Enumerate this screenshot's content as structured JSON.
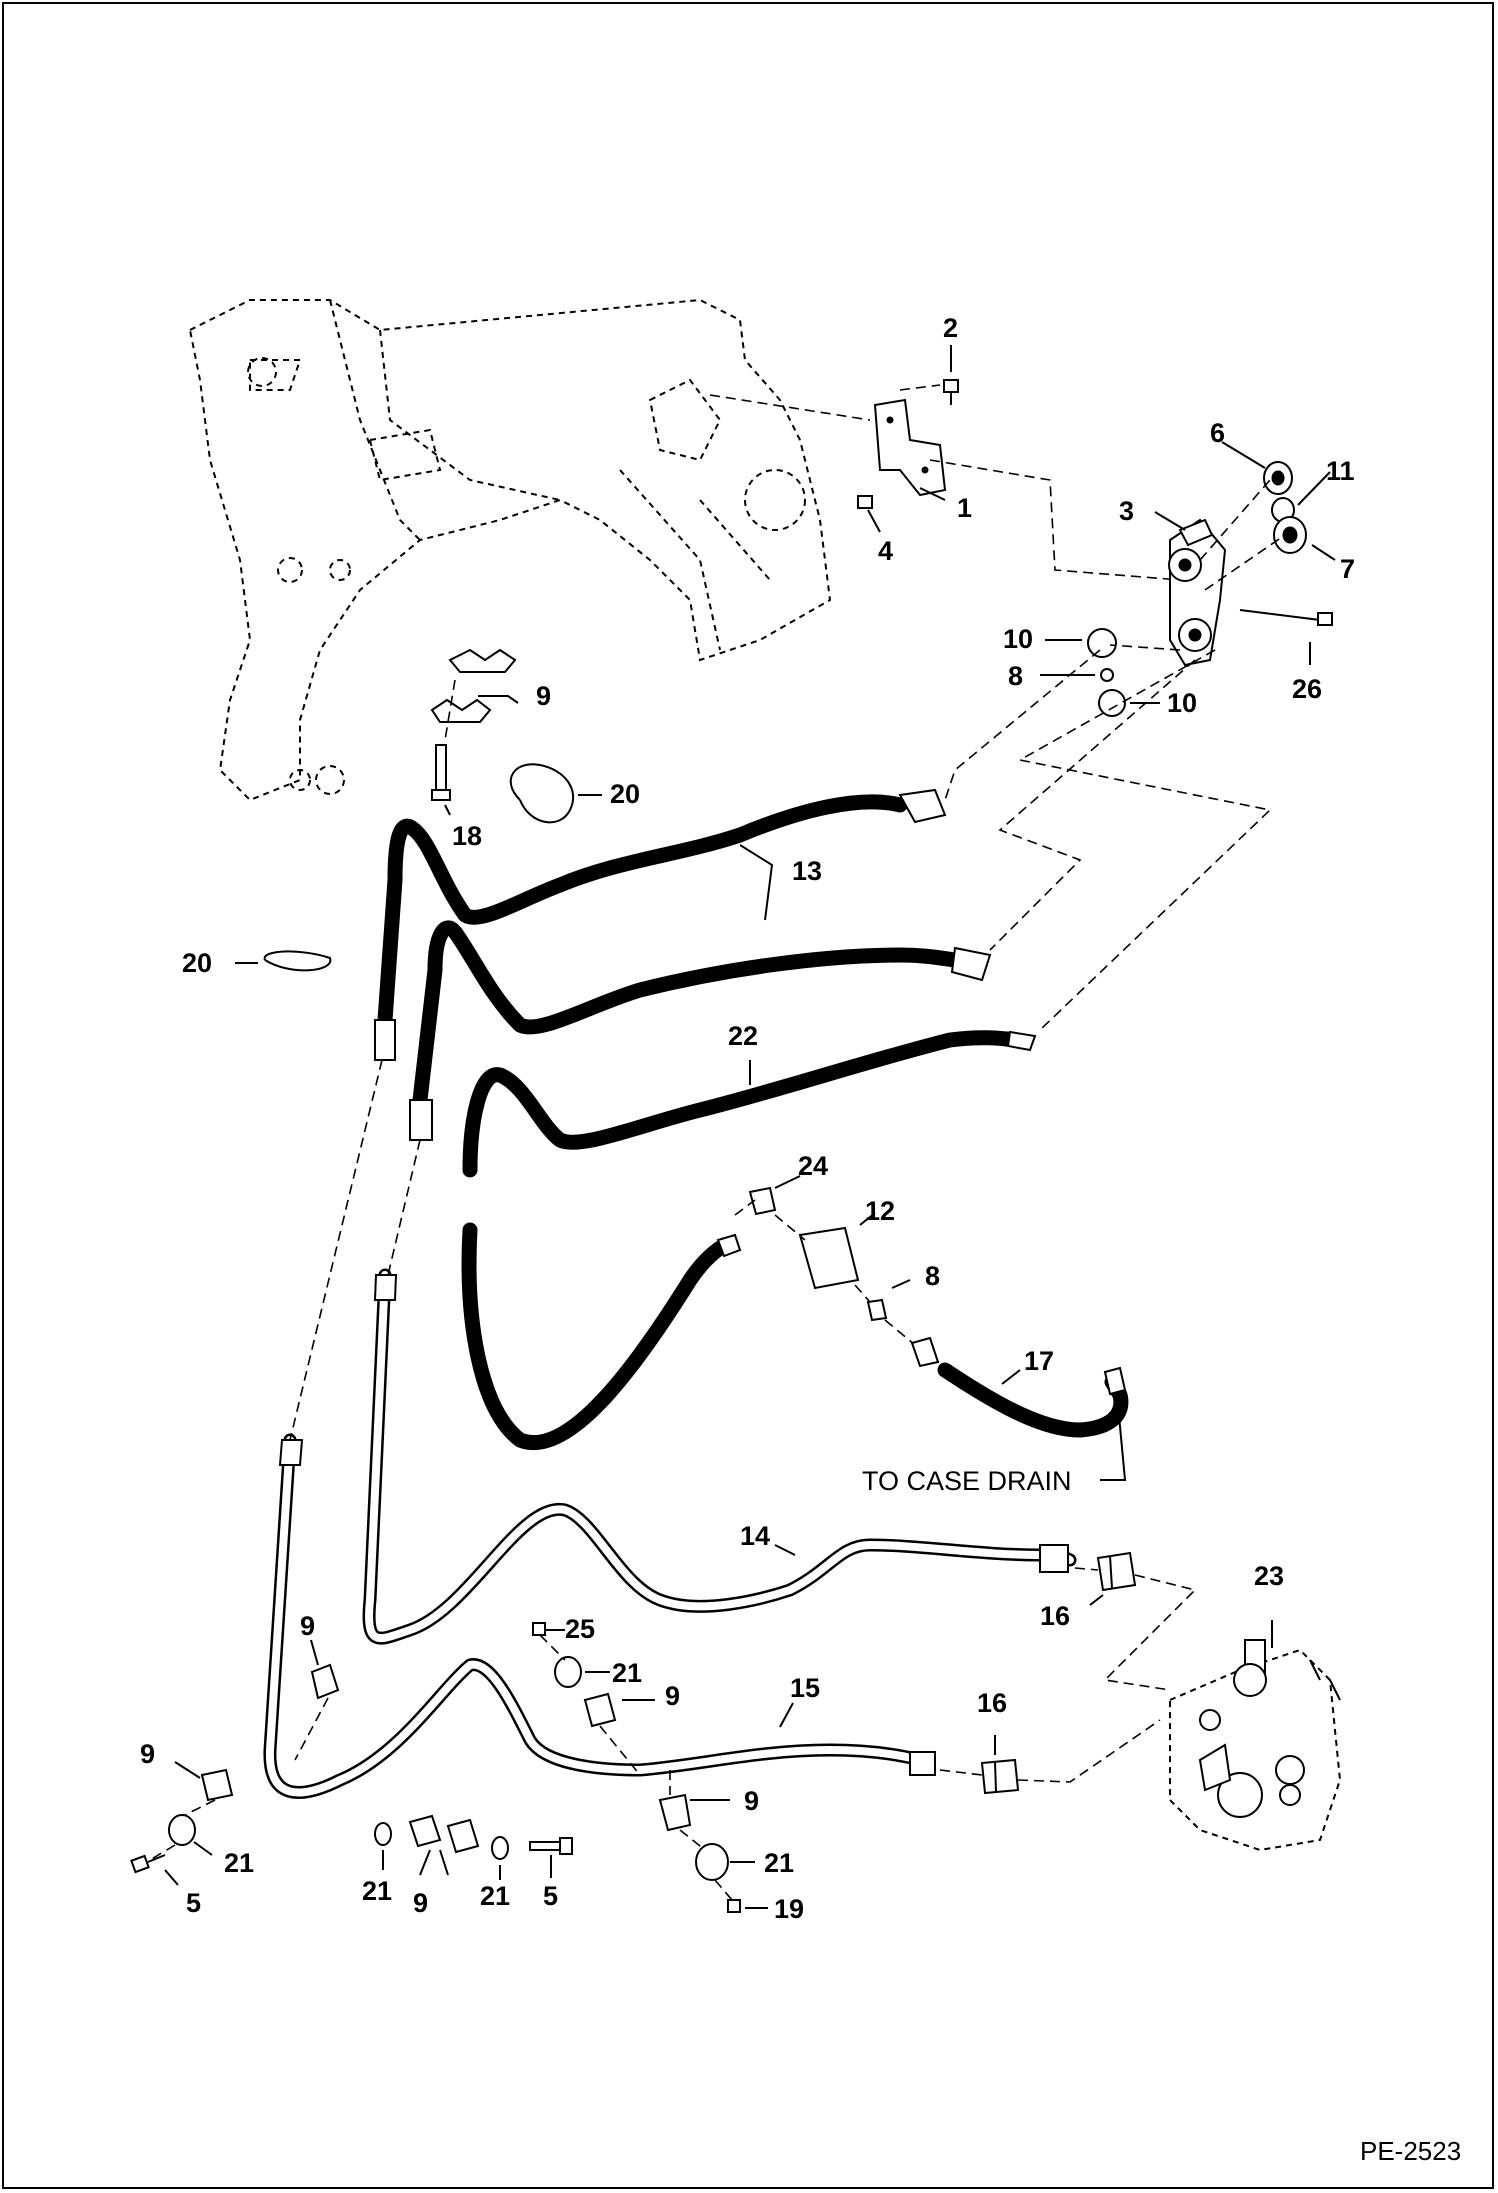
{
  "callouts": {
    "c1": "1",
    "c2": "2",
    "c3": "3",
    "c4": "4",
    "c5a": "5",
    "c5b": "5",
    "c6": "6",
    "c7": "7",
    "c8a": "8",
    "c8b": "8",
    "c9a": "9",
    "c9b": "9",
    "c9c": "9",
    "c9d": "9",
    "c9e": "9",
    "c9f": "9",
    "c10a": "10",
    "c10b": "10",
    "c11": "11",
    "c12": "12",
    "c13": "13",
    "c14": "14",
    "c15": "15",
    "c16a": "16",
    "c16b": "16",
    "c17": "17",
    "c18": "18",
    "c19": "19",
    "c20a": "20",
    "c20b": "20",
    "c21a": "21",
    "c21b": "21",
    "c21c": "21",
    "c21d": "21",
    "c21e": "21",
    "c22": "22",
    "c23": "23",
    "c24": "24",
    "c25": "25",
    "c26": "26"
  },
  "note": "TO CASE DRAIN",
  "reference": "PE-2523"
}
